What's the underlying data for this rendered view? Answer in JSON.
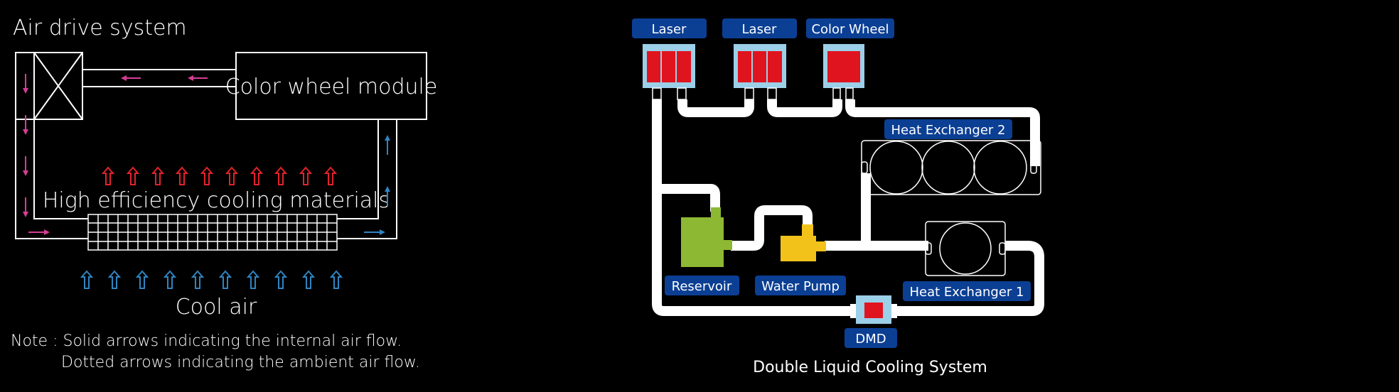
{
  "air_drive": {
    "title": "Air drive system",
    "color_wheel_module": "Color wheel module",
    "cooling_materials": "High efficiency cooling materials",
    "cool_air": "Cool air",
    "note_line1": "Note : Solid arrows indicating the internal air flow.",
    "note_line2": "Dotted arrows indicating the ambient air flow."
  },
  "liquid": {
    "labels": {
      "laser1": "Laser",
      "laser2": "Laser",
      "color_wheel": "Color Wheel",
      "heat_exchanger_2": "Heat Exchanger 2",
      "reservoir": "Reservoir",
      "water_pump": "Water Pump",
      "heat_exchanger_1": "Heat Exchanger 1",
      "dmd": "DMD"
    },
    "title": "Double Liquid Cooling System"
  },
  "colors": {
    "background": "#000000",
    "label_blue": "#0b3f94",
    "component_red": "#e0141e",
    "module_lightblue": "#9ccfe8",
    "reservoir_green": "#8db833",
    "pump_yellow": "#f2c21b",
    "internal_arrow": "#d63d95",
    "hot_arrow": "#e3222d",
    "ambient_arrow": "#2f85c2"
  }
}
